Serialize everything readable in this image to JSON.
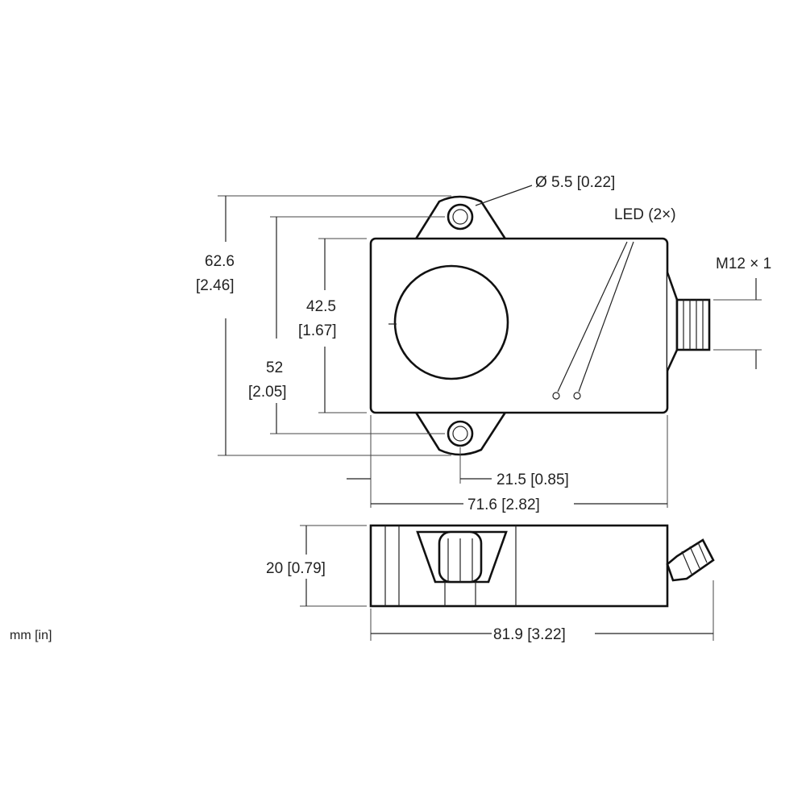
{
  "dimensions": {
    "hole": "Ø 5.5 [0.22]",
    "led": "LED (2×)",
    "thread": "M12 × 1",
    "height_total_mm": "62.6",
    "height_total_in": "[2.46]",
    "height_holes_mm": "52",
    "height_holes_in": "[2.05]",
    "height_body_mm": "42.5",
    "height_body_in": "[1.67]",
    "hole_offset": "21.5 [0.85]",
    "width_body": "71.6 [2.82]",
    "depth_side": "20 [0.79]",
    "length_side": "81.9 [3.22]",
    "units": "mm [in]"
  },
  "colors": {
    "line": "#222222",
    "background": "#ffffff"
  }
}
